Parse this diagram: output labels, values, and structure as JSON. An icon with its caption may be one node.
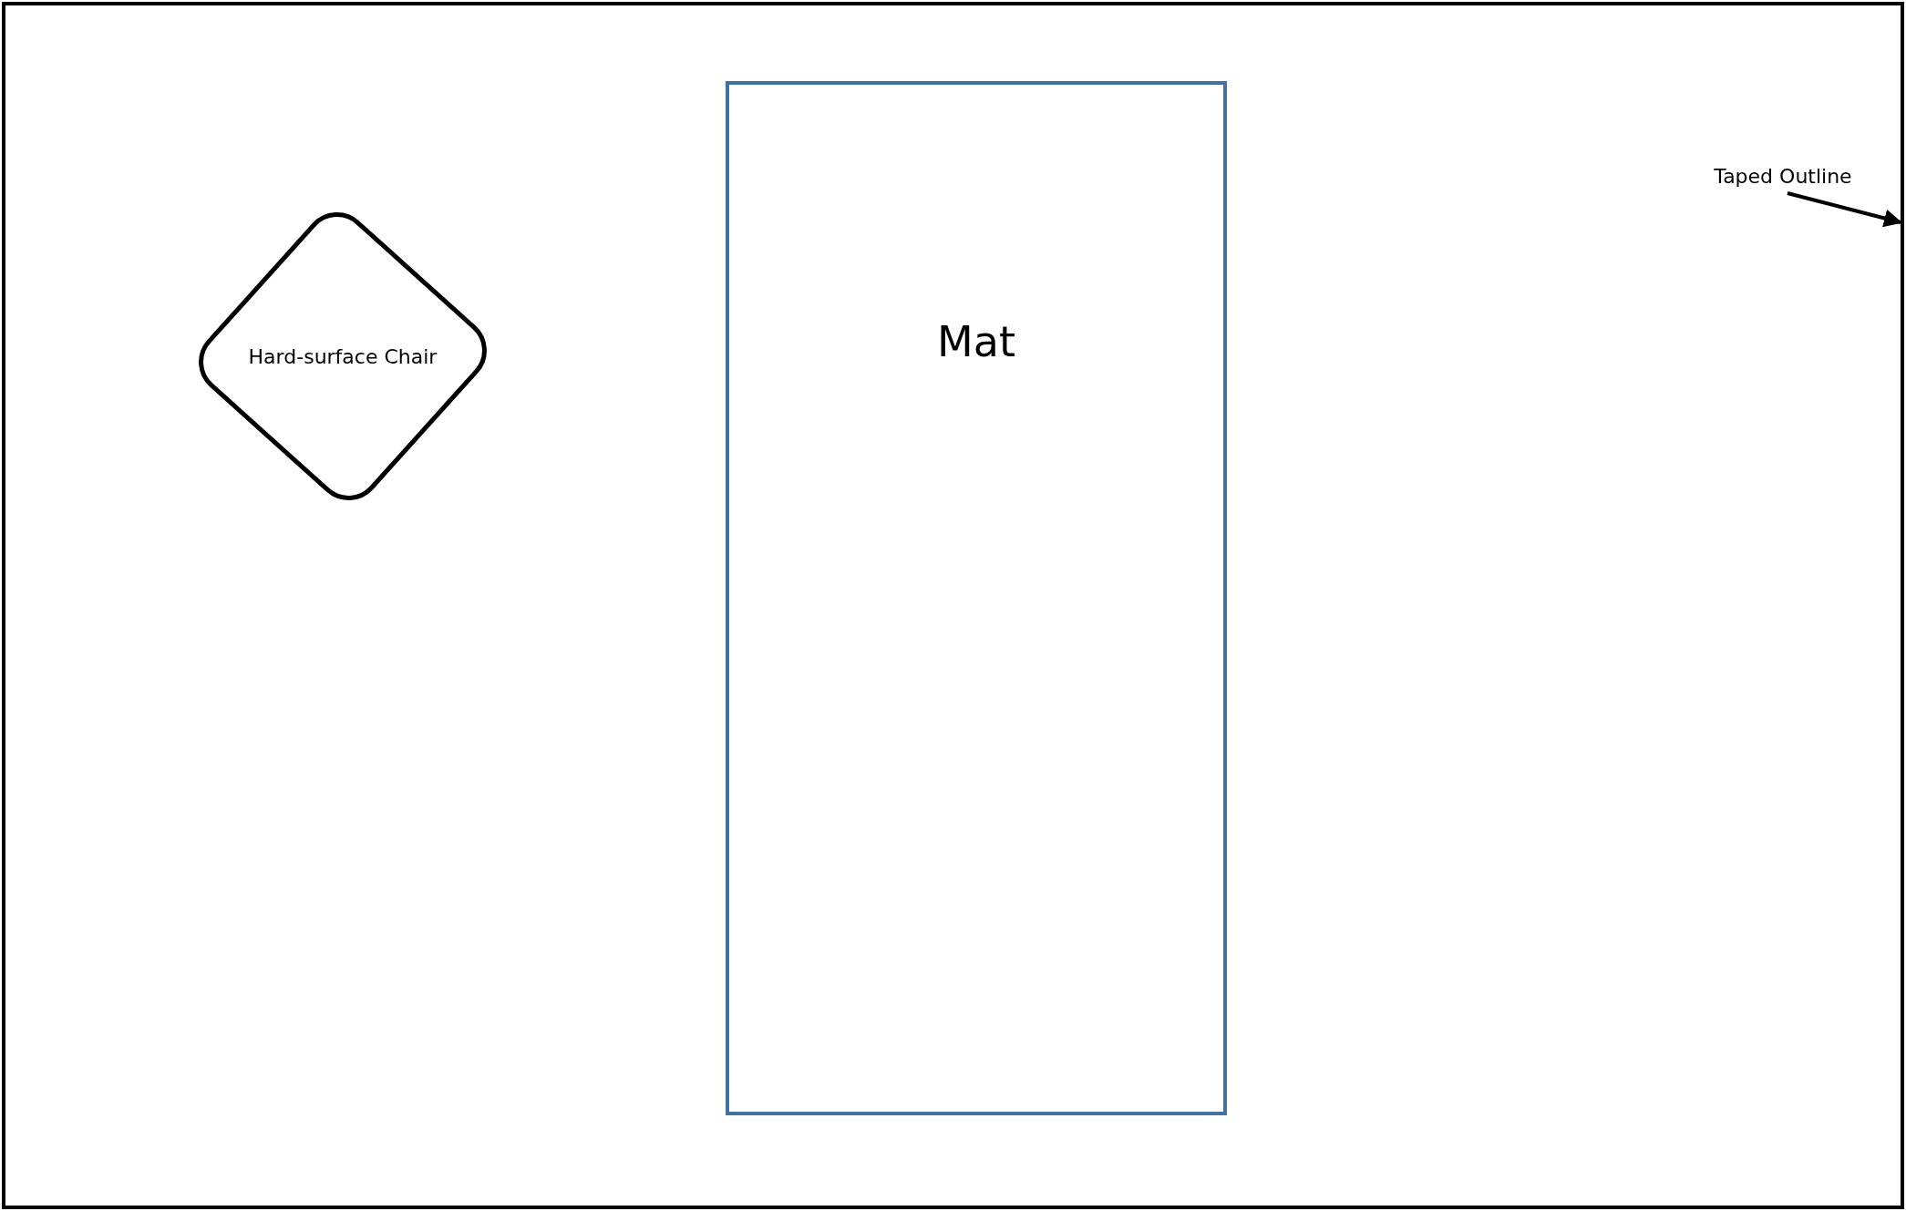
{
  "diagram": {
    "nodes": [
      {
        "text": [],
        "shape": "box"
      },
      {
        "text": [
          "Hard-surface Chair"
        ],
        "in": 0
      },
      {
        "text": [
          "Mat"
        ],
        "in": 0
      },
      {
        "text": [
          "Taped Outline"
        ],
        "in": 0
      }
    ],
    "edges": [
      {
        "from": 3,
        "to": 0,
        "arrow": "to"
      }
    ]
  }
}
